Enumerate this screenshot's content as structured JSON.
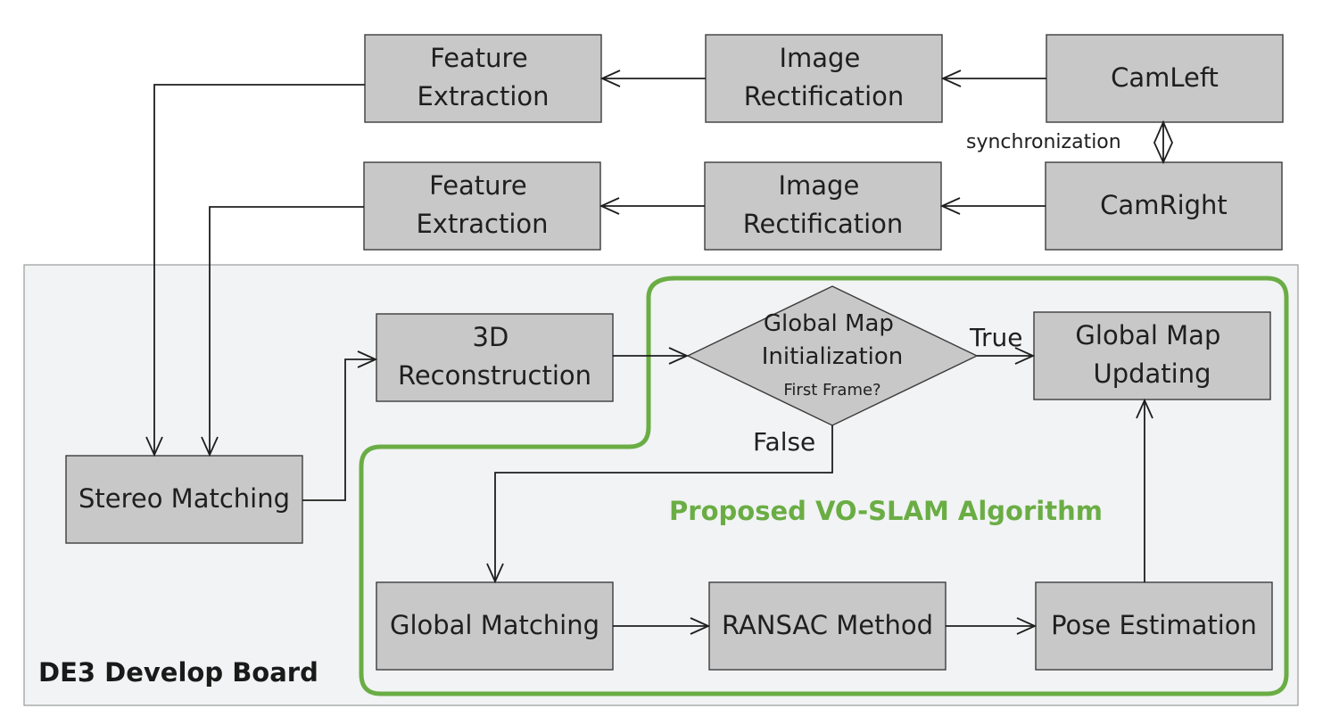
{
  "board": {
    "title": "DE3 Develop Board"
  },
  "algorithm": {
    "title": "Proposed VO-SLAM Algorithm"
  },
  "nodes": {
    "feature_extraction_left": [
      "Feature",
      "Extraction"
    ],
    "image_rectification_left": [
      "Image",
      "Rectification"
    ],
    "cam_left": [
      "CamLeft"
    ],
    "feature_extraction_right": [
      "Feature",
      "Extraction"
    ],
    "image_rectification_right": [
      "Image",
      "Rectification"
    ],
    "cam_right": [
      "CamRight"
    ],
    "reconstruction_3d": [
      "3D",
      "Reconstruction"
    ],
    "global_map_initialization": [
      "Global Map",
      "Initialization"
    ],
    "global_map_initialization_question": "First Frame?",
    "global_map_updating": [
      "Global Map",
      "Updating"
    ],
    "stereo_matching": [
      "Stereo Matching"
    ],
    "global_matching": [
      "Global Matching"
    ],
    "ransac_method": [
      "RANSAC Method"
    ],
    "pose_estimation": [
      "Pose Estimation"
    ]
  },
  "edge_labels": {
    "synchronization": "synchronization",
    "true": "True",
    "false": "False"
  },
  "colors": {
    "box_fill": "#c8c8c8",
    "board_fill": "#f1f3f4",
    "algorithm_green": "#6aad44"
  }
}
